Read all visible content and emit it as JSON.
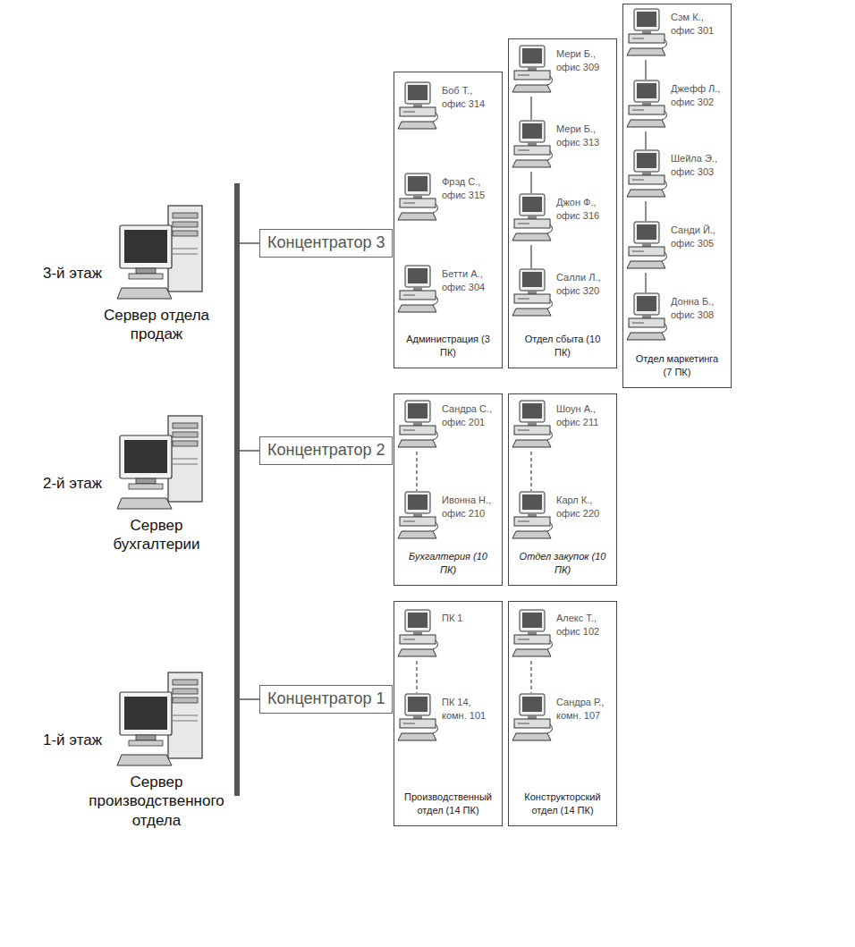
{
  "diagram": {
    "nodes": [
      {
        "text": [
          "3-й этаж",
          "Сервер отдела продаж"
        ]
      },
      {
        "text": [
          "Концентратор 3"
        ]
      },
      {
        "text": [
          "Администрация (3 ПК)"
        ]
      },
      {
        "text": [
          "Боб Т., офис 314"
        ],
        "in": 2
      },
      {
        "text": [
          "Фрэд С., офис 315"
        ],
        "in": 2
      },
      {
        "text": [
          "Бетти А., офис 304"
        ],
        "in": 2
      },
      {
        "text": [
          "Отдел сбыта (10 ПК)"
        ]
      },
      {
        "text": [
          "Мери Б., офис 309"
        ],
        "in": 6
      },
      {
        "text": [
          "Мери Б., офис 313"
        ],
        "in": 6
      },
      {
        "text": [
          "Джон Ф., офис 316"
        ],
        "in": 6
      },
      {
        "text": [
          "Салли Л., офис 320"
        ],
        "in": 6
      },
      {
        "text": [
          "Отдел маркетинга (7 ПК)"
        ]
      },
      {
        "text": [
          "Сэм К., офис 301"
        ],
        "in": 11
      },
      {
        "text": [
          "Джефф Л., офис 302"
        ],
        "in": 11
      },
      {
        "text": [
          "Шейла Э., офис 303"
        ],
        "in": 11
      },
      {
        "text": [
          "Санди Й., офис 305"
        ],
        "in": 11
      },
      {
        "text": [
          "Донна Б., офис 308"
        ],
        "in": 11
      },
      {
        "text": [
          "2-й этаж",
          "Сервер бухгалтерии"
        ]
      },
      {
        "text": [
          "Концентратор 2"
        ]
      },
      {
        "text": [
          "Бухгалтерия (10 ПК)"
        ]
      },
      {
        "text": [
          "Сандра С., офис 201"
        ],
        "in": 19
      },
      {
        "text": [
          "Ивонна Н., офис 210"
        ],
        "in": 19
      },
      {
        "text": [
          "Отдел закупок (10 ПК)"
        ]
      },
      {
        "text": [
          "Шоун А., офис 211"
        ],
        "in": 22
      },
      {
        "text": [
          "Карл К., офис 220"
        ],
        "in": 22
      },
      {
        "text": [
          "1-й этаж",
          "Сервер производственного отдела"
        ]
      },
      {
        "text": [
          "Концентратор 1"
        ]
      },
      {
        "text": [
          "Производственный отдел (14 ПК)"
        ]
      },
      {
        "text": [
          "ПК 1"
        ],
        "in": 27
      },
      {
        "text": [
          "ПК 14, комн. 101"
        ],
        "in": 27
      },
      {
        "text": [
          "Конструкторский отдел (14 ПК)"
        ]
      },
      {
        "text": [
          "Алекс Т., офис 102"
        ],
        "in": 30
      },
      {
        "text": [
          "Сандра Р., комн. 107"
        ],
        "in": 30
      }
    ],
    "edges": [
      {
        "from": 7,
        "to": 8,
        "arrow": "none"
      },
      {
        "from": 8,
        "to": 9,
        "arrow": "none"
      },
      {
        "from": 9,
        "to": 10,
        "arrow": "none"
      },
      {
        "from": 12,
        "to": 13,
        "arrow": "none"
      },
      {
        "from": 13,
        "to": 14,
        "arrow": "none"
      },
      {
        "from": 14,
        "to": 15,
        "arrow": "none"
      },
      {
        "from": 15,
        "to": 16,
        "arrow": "none"
      },
      {
        "from": 20,
        "to": 21,
        "arrow": "none"
      },
      {
        "from": 23,
        "to": 24,
        "arrow": "none"
      },
      {
        "from": 28,
        "to": 29,
        "arrow": "none"
      },
      {
        "from": 31,
        "to": 32,
        "arrow": "none"
      }
    ]
  }
}
